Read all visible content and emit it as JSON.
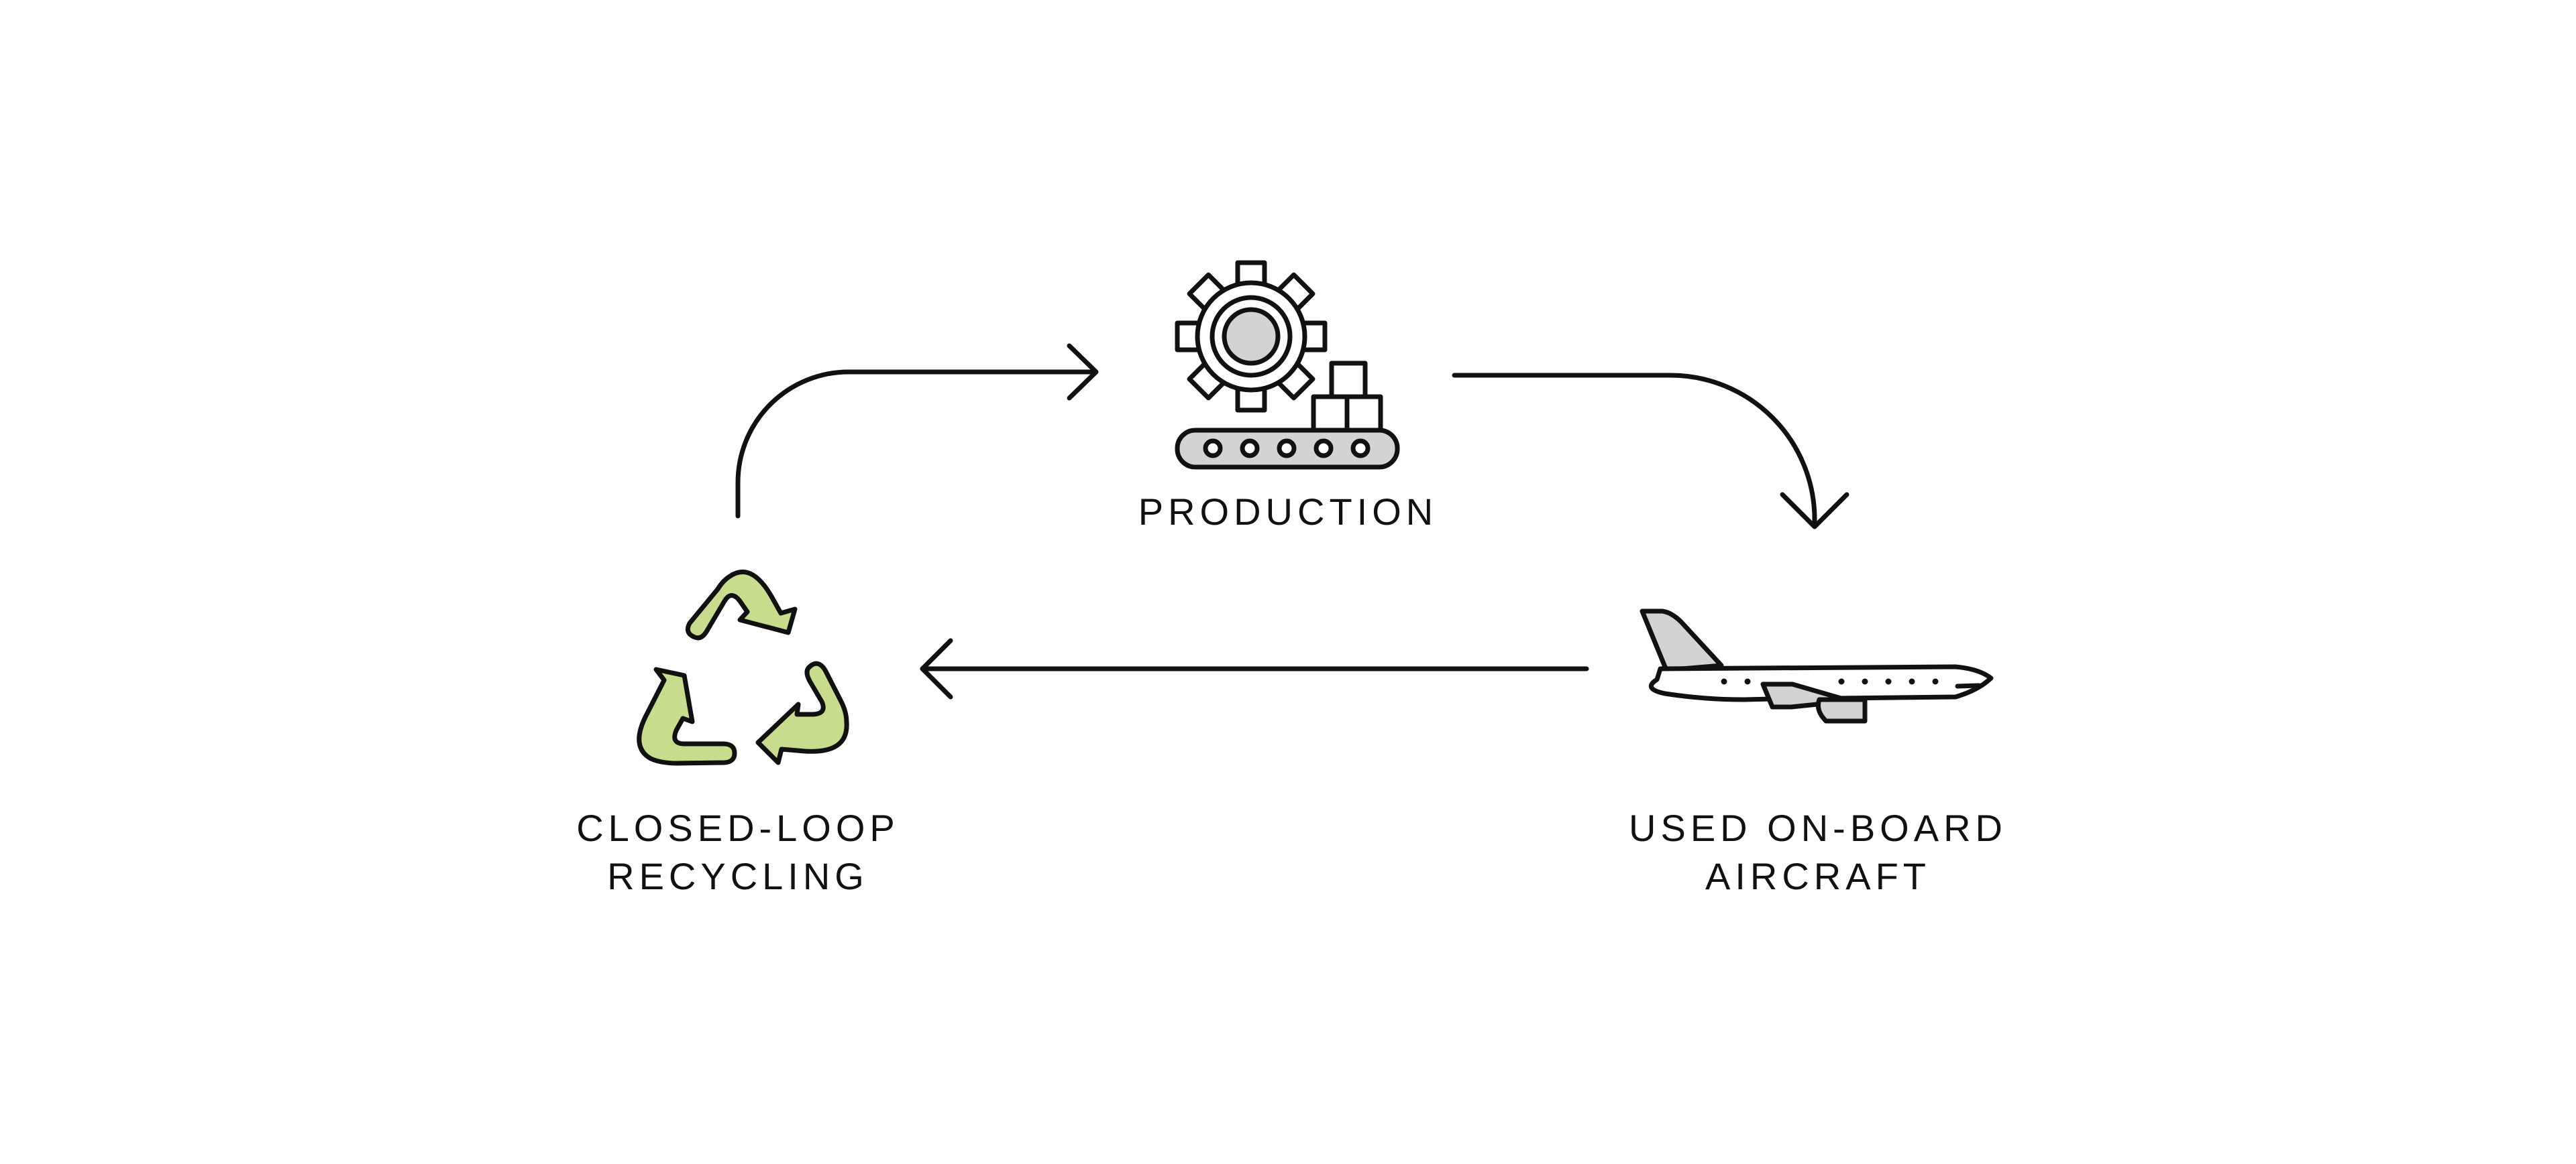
{
  "diagram": {
    "nodes": [
      {
        "id": "production",
        "lines": [
          "PRODUCTION"
        ],
        "icon": "gear-conveyor-icon"
      },
      {
        "id": "aircraft",
        "lines": [
          "USED ON-BOARD",
          "AIRCRAFT"
        ],
        "icon": "airplane-icon"
      },
      {
        "id": "recycling",
        "lines": [
          "CLOSED-LOOP",
          "RECYCLING"
        ],
        "icon": "recycle-icon"
      }
    ],
    "edges": [
      {
        "from": "recycling",
        "to": "production"
      },
      {
        "from": "production",
        "to": "aircraft"
      },
      {
        "from": "aircraft",
        "to": "recycling"
      }
    ]
  },
  "colors": {
    "stroke": "#111111",
    "recycle_fill": "#c8dc8e",
    "grey_fill": "#d3d3d3",
    "background": "#ffffff"
  }
}
